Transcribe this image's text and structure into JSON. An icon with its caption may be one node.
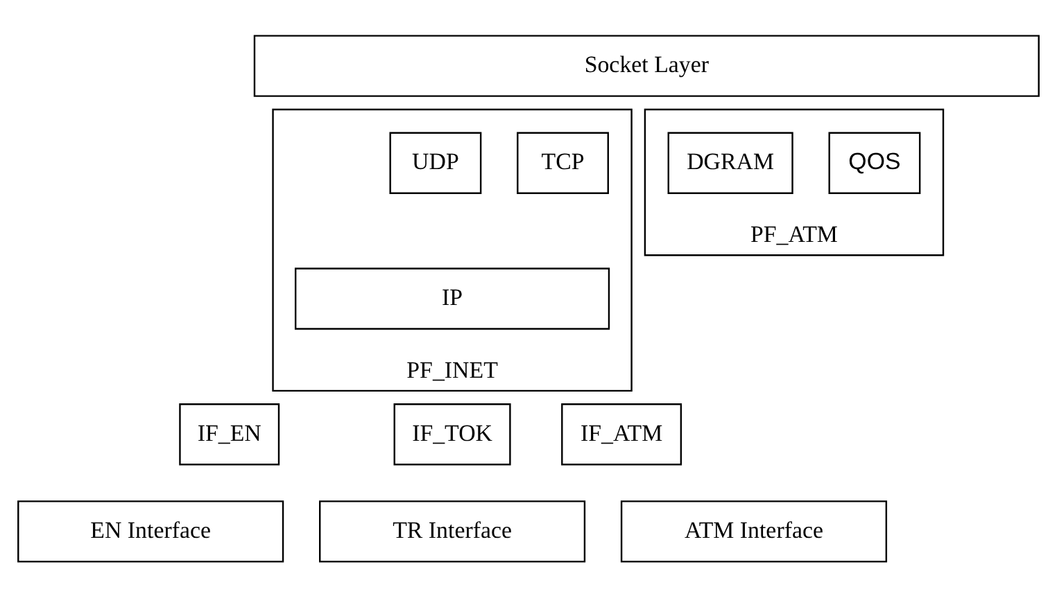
{
  "diagram": {
    "nodes": [
      {
        "text": [
          "Socket Layer"
        ]
      },
      {
        "text": [
          "PF_ATM"
        ]
      },
      {
        "text": [
          "DGRAM"
        ],
        "in": 1
      },
      {
        "text": [
          "QOS"
        ],
        "in": 1
      },
      {
        "text": [
          "PF_INET"
        ]
      },
      {
        "text": [
          "TCP"
        ],
        "in": 4
      },
      {
        "text": [
          "UDP"
        ],
        "in": 4
      },
      {
        "text": [
          "IP"
        ],
        "in": 4
      },
      {
        "text": [
          "IF_ATM"
        ]
      },
      {
        "text": [
          "IF_EN"
        ]
      },
      {
        "text": [
          "IF_TOK"
        ]
      },
      {
        "text": [
          "ATM Interface"
        ]
      },
      {
        "text": [
          "EN Interface"
        ]
      },
      {
        "text": [
          "TR Interface"
        ]
      }
    ]
  }
}
